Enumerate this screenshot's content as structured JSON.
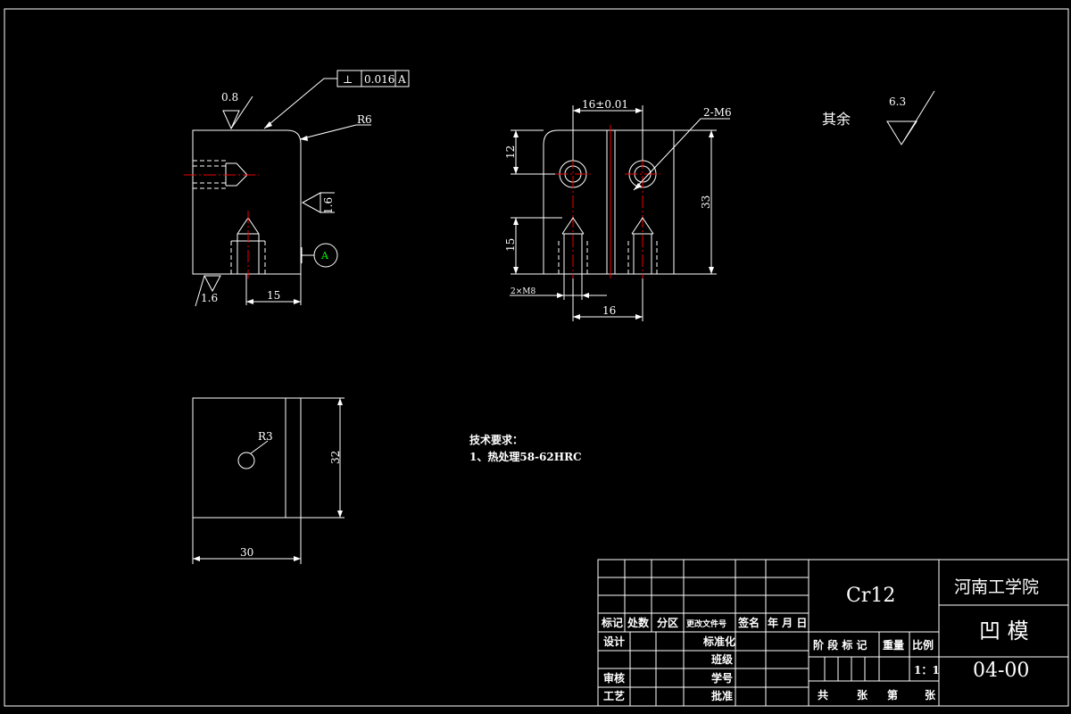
{
  "view1": {
    "roughness_top": "0.8",
    "gdt": {
      "symbol": "⊥",
      "value": "0.016",
      "datum": "A"
    },
    "radius": "R6",
    "roughness_right": "1.6",
    "roughness_bottom": "1.6",
    "dim_bottom": "15",
    "datum_label": "A"
  },
  "view2": {
    "dim_top": "16±0.01",
    "thread": "2-M6",
    "dim_left_top": "12",
    "dim_left_bottom": "15",
    "dim_right": "33",
    "dim_bottom": "16",
    "note_small": "2×M8"
  },
  "view3": {
    "radius": "R3",
    "dim_right": "32",
    "dim_bottom": "30"
  },
  "roughness_other": {
    "label": "其余",
    "value": "6.3"
  },
  "tech_requirements": {
    "title": "技术要求：",
    "item1": "1、热处理58-62HRC"
  },
  "title_block": {
    "material": "Cr12",
    "school": "河南工学院",
    "part_name": "凹 模",
    "drawing_no": "04-00",
    "scale": "1：1",
    "header_labels": [
      "标记",
      "处数",
      "分区",
      "更改文件号",
      "签名",
      "年 月 日"
    ],
    "design": "设计",
    "standardize": "标准化",
    "class": "班级",
    "review": "审核",
    "student_no": "学号",
    "process": "工艺",
    "approve": "批准",
    "stage_labels": [
      "阶 段 标 记",
      "重量",
      "比例"
    ],
    "sheets": [
      "共",
      "张",
      "第",
      "张"
    ]
  }
}
